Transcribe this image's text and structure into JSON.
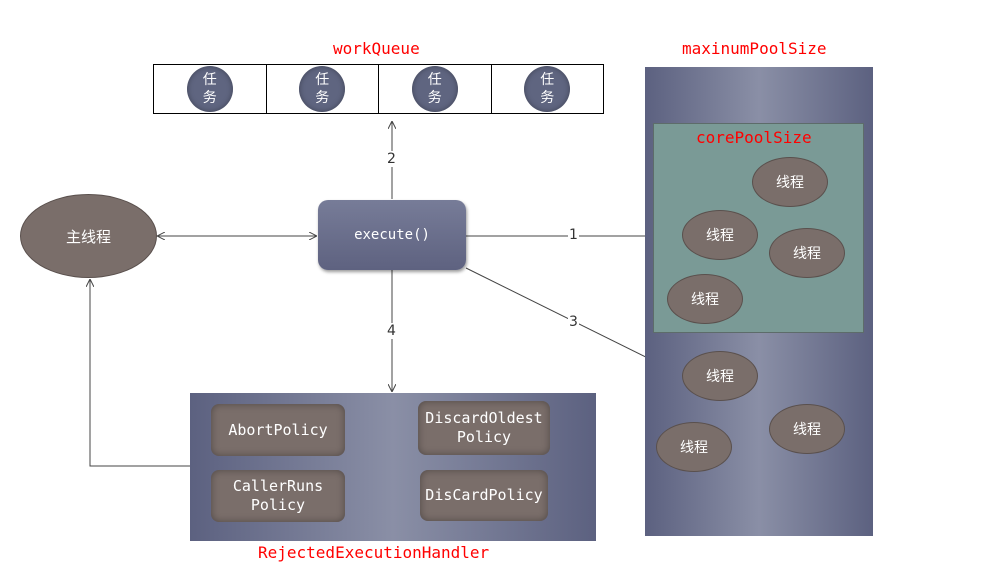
{
  "labels": {
    "work_queue": "workQueue",
    "max_pool": "maxinumPoolSize",
    "core_pool": "corePoolSize",
    "rejected_handler": "RejectedExecutionHandler"
  },
  "tasks": [
    "任务",
    "任务",
    "任务",
    "任务"
  ],
  "main_thread": "主线程",
  "execute": "execute()",
  "arrows": {
    "one": "1",
    "two": "2",
    "three": "3",
    "four": "4"
  },
  "core_threads": [
    "线程",
    "线程",
    "线程",
    "线程"
  ],
  "extra_threads": [
    "线程",
    "线程",
    "线程"
  ],
  "policies": {
    "abort": "AbortPolicy",
    "discard_oldest": "DiscardOldest\nPolicy",
    "caller_runs": "CallerRuns\nPolicy",
    "discard": "DisCardPolicy"
  }
}
